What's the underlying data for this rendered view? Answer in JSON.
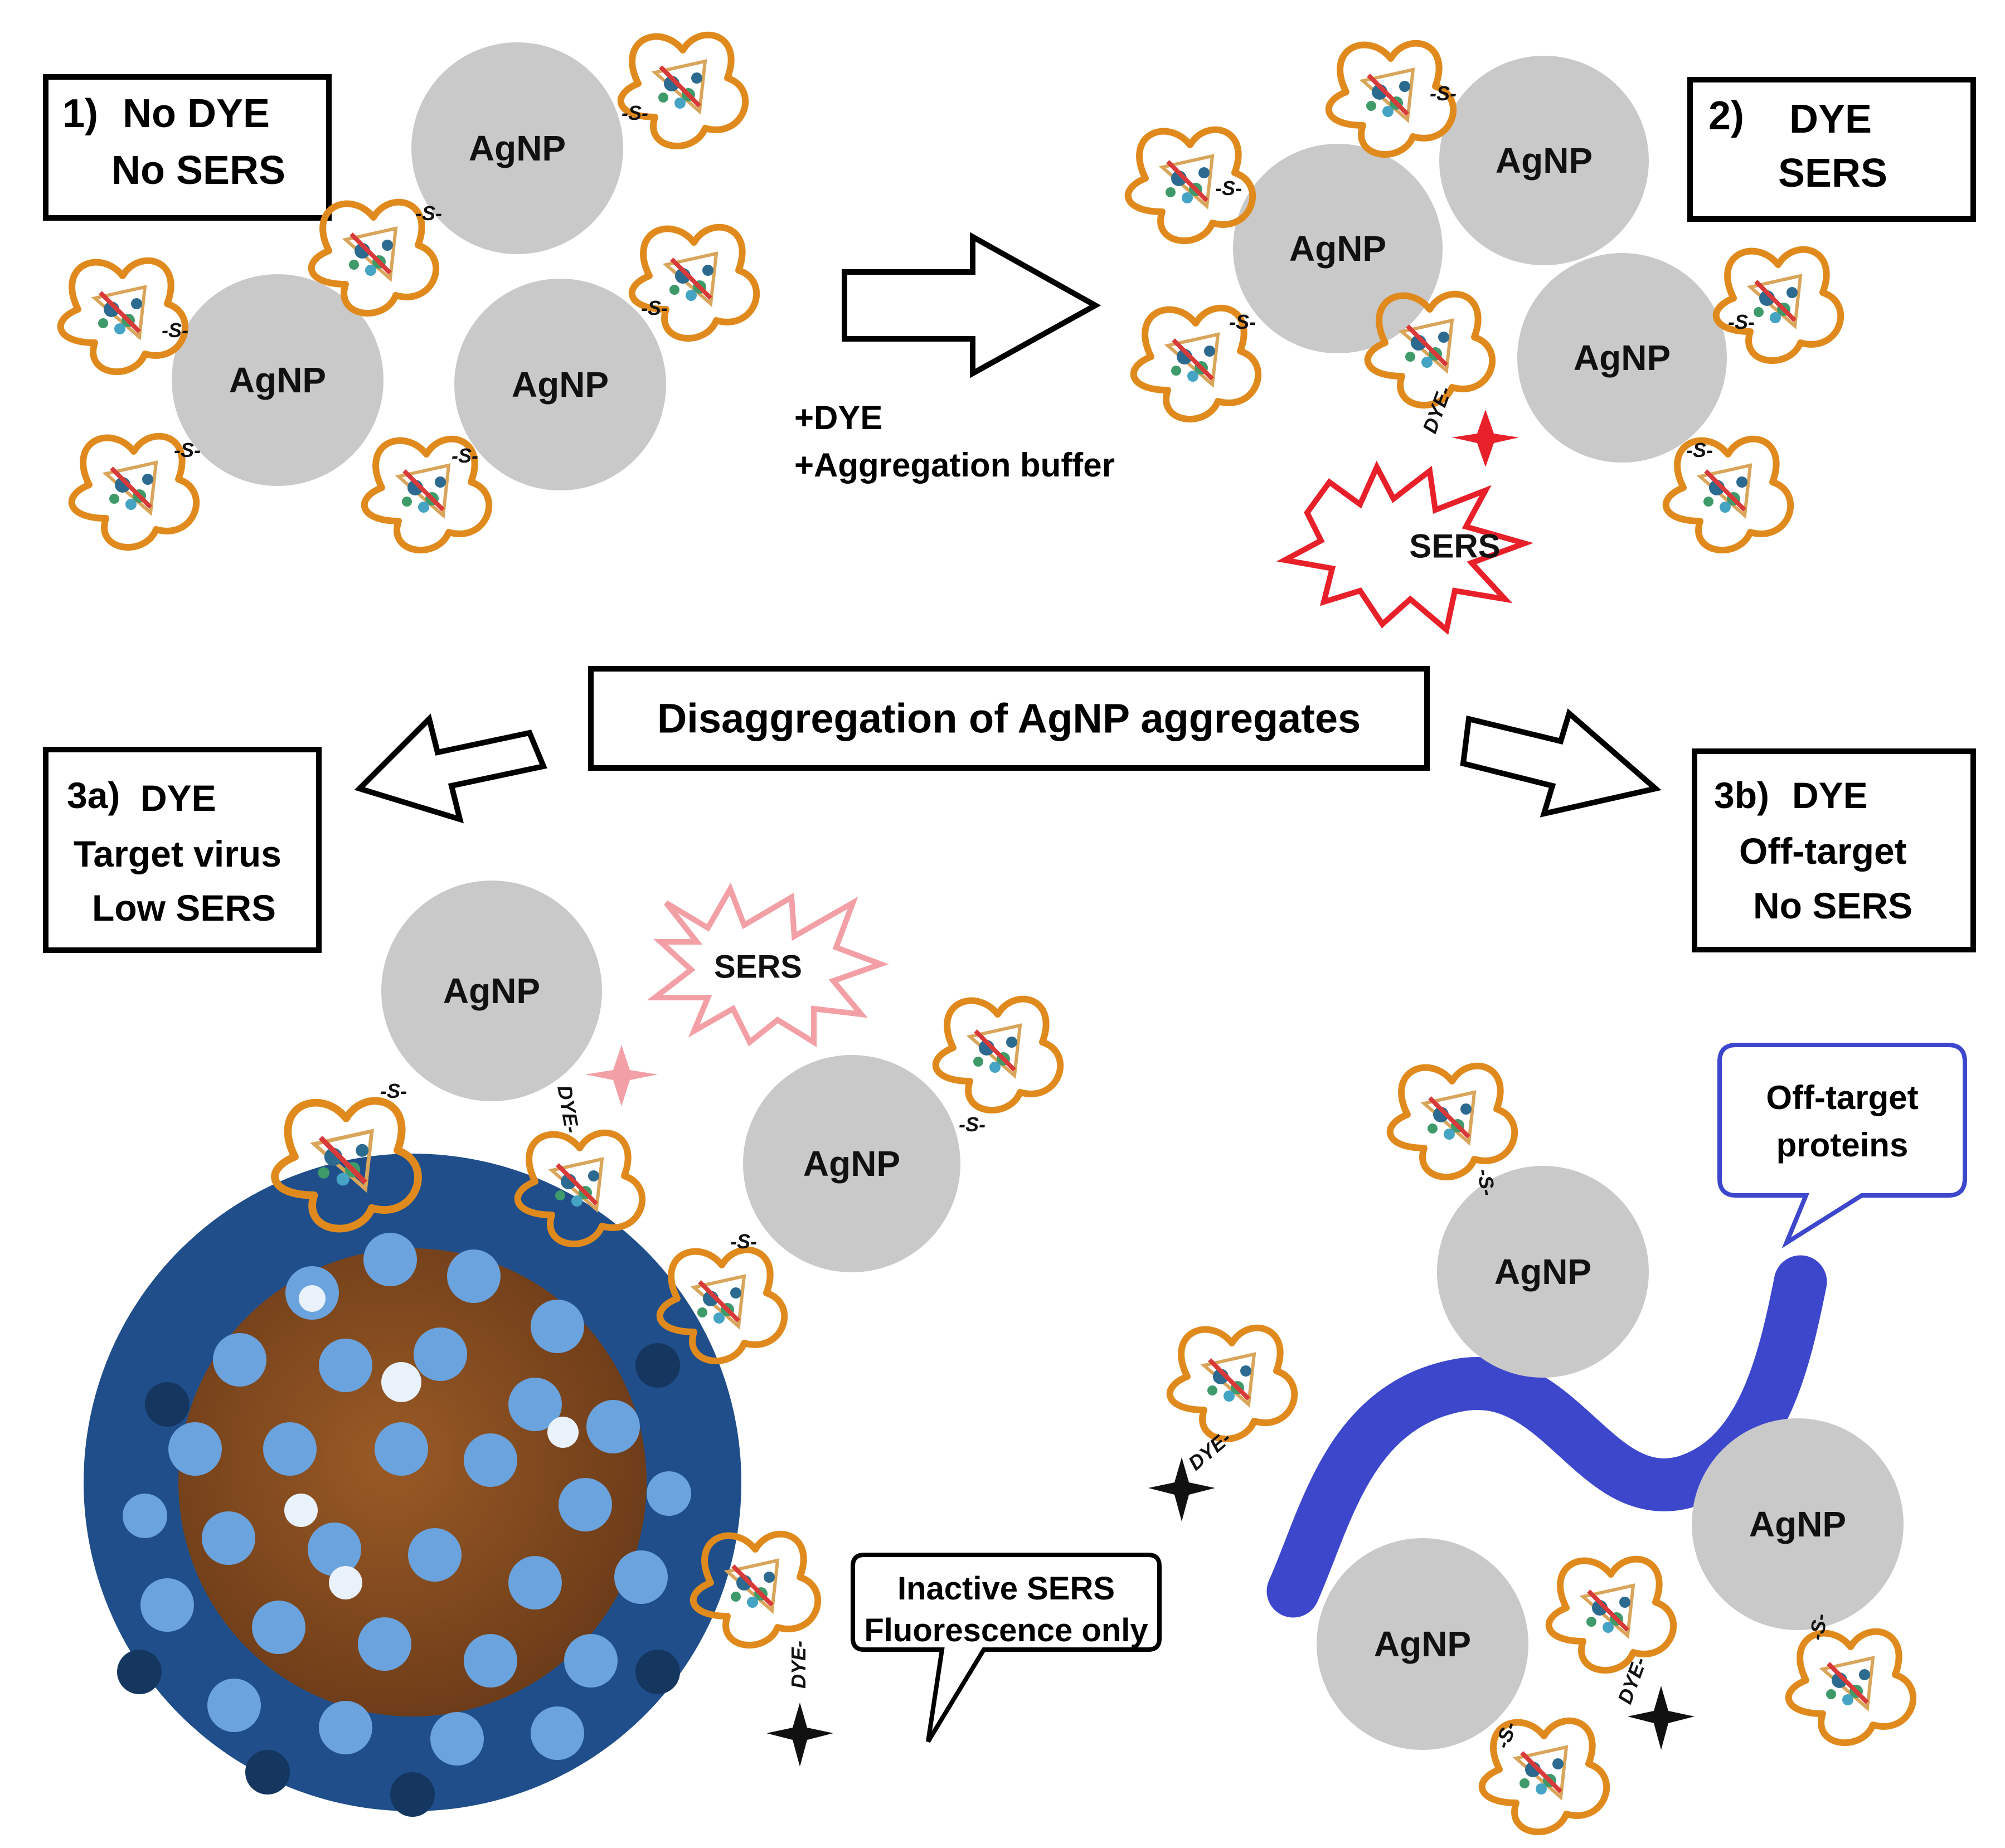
{
  "np_label": "AgNP",
  "thiol_tag": "-S-",
  "dye_tag": "DYE-",
  "panel1": {
    "number": "1)",
    "line1": "No DYE",
    "line2": "No SERS"
  },
  "panel2": {
    "number": "2)",
    "line1": "DYE",
    "line2": "SERS"
  },
  "panel3a": {
    "number": "3a)",
    "line1": "DYE",
    "line2": "Target virus",
    "line3": "Low SERS"
  },
  "panel3b": {
    "number": "3b)",
    "line1": "DYE",
    "line2": "Off-target",
    "line3": "No SERS"
  },
  "step_labels": {
    "add_dye": "+DYE",
    "add_buffer": "+Aggregation buffer"
  },
  "center_banner": "Disaggregation of AgNP aggregates",
  "sers_burst": "SERS",
  "sers_burst_faint": "SERS",
  "callout_inactive": {
    "line1": "Inactive SERS",
    "line2": "Fluorescence only"
  },
  "callout_offtarget": {
    "line1": "Off-target",
    "line2": "proteins"
  },
  "colors": {
    "nanoparticle": "#c9c9c9",
    "aptamer": "#e08a1e",
    "sers_strong": "#e8202a",
    "sers_faint": "#f2a0a6",
    "virus_dark": "#1f4e8a",
    "virus_light": "#6aa3dd",
    "virus_core": "#9a5a25",
    "protein": "#3d47cc"
  }
}
